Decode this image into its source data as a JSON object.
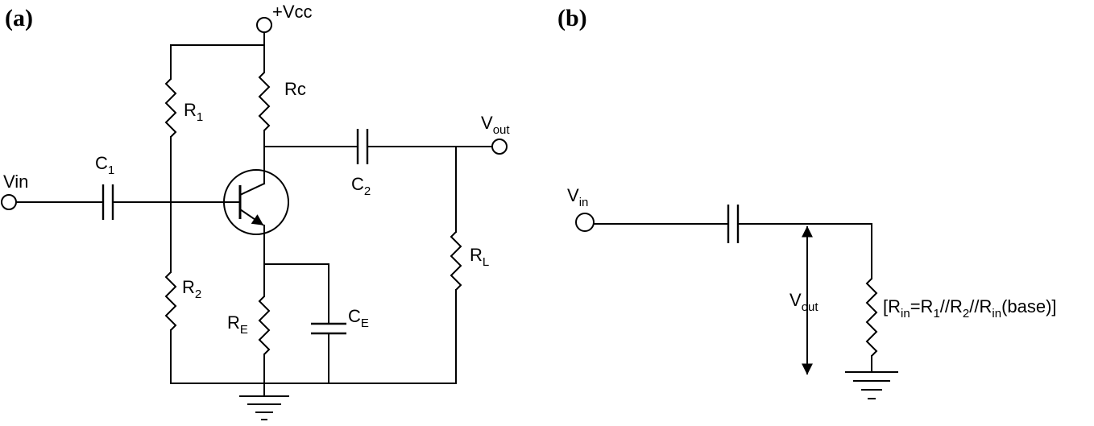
{
  "panels": {
    "a": "(a)",
    "b": "(b)"
  },
  "circuit_a": {
    "vcc": "+Vcc",
    "vin": "Vin",
    "vout": {
      "main": "V",
      "sub": "out"
    },
    "rc": "Rc",
    "r1": {
      "main": "R",
      "sub": "1"
    },
    "r2": {
      "main": "R",
      "sub": "2"
    },
    "re": {
      "main": "R",
      "sub": "E"
    },
    "rl": {
      "main": "R",
      "sub": "L"
    },
    "c1": {
      "main": "C",
      "sub": "1"
    },
    "c2": {
      "main": "C",
      "sub": "2"
    },
    "ce": {
      "main": "C",
      "sub": "E"
    }
  },
  "circuit_b": {
    "vin": {
      "main": "V",
      "sub": "in"
    },
    "vout": {
      "main": "V",
      "sub": "out"
    },
    "rin": {
      "p1": "[R",
      "s1": "in",
      "p2": "=R",
      "s2": "1",
      "p3": "//R",
      "s3": "2",
      "p4": "//R",
      "s4": "in",
      "p5": "(base)]"
    }
  }
}
